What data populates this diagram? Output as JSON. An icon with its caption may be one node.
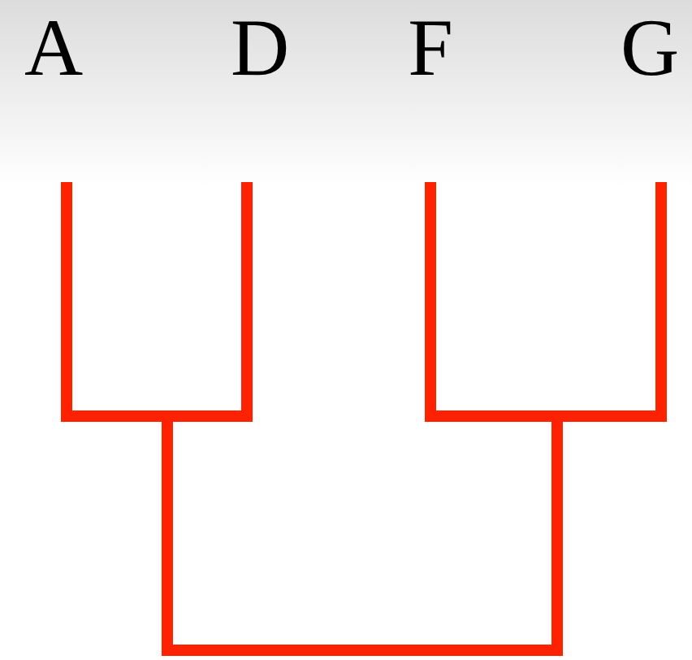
{
  "diagram": {
    "labels": [
      "A",
      "D",
      "F",
      "G"
    ]
  }
}
